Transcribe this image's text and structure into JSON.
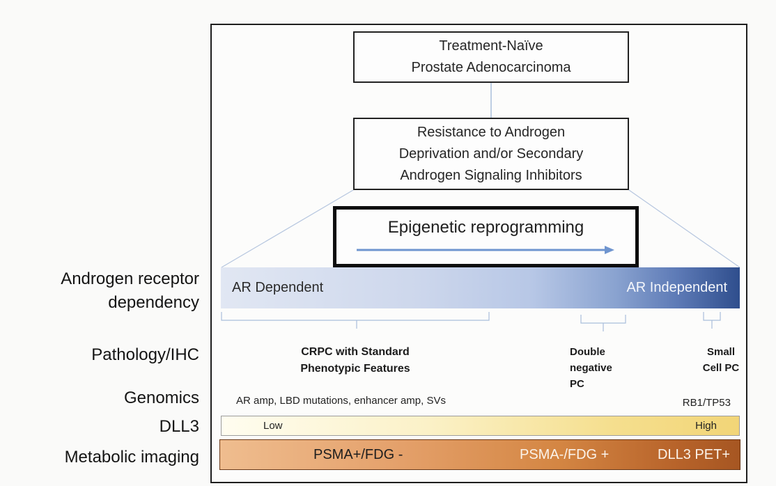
{
  "boxes": {
    "treatment_naive": [
      "Treatment-Naïve",
      "Prostate Adenocarcinoma"
    ],
    "resistance": [
      "Resistance to Androgen",
      "Deprivation and/or Secondary",
      "Androgen Signaling Inhibitors"
    ],
    "epigenetic": "Epigenetic reprogramming"
  },
  "row_labels": {
    "ar_dependency": [
      "Androgen receptor",
      "dependency"
    ],
    "pathology": "Pathology/IHC",
    "genomics": "Genomics",
    "dll3": "DLL3",
    "metabolic": "Metabolic imaging"
  },
  "ar_bar": {
    "left": "AR Dependent",
    "right": "AR Independent"
  },
  "pathology": {
    "crpc": [
      "CRPC with Standard",
      "Phenotypic Features"
    ],
    "double_negative": [
      "Double",
      "negative",
      "PC"
    ],
    "small_cell": [
      "Small",
      "Cell PC"
    ]
  },
  "genomics": {
    "left": "AR amp, LBD mutations, enhancer amp, SVs",
    "right": "RB1/TP53"
  },
  "dll3_bar": {
    "low": "Low",
    "high": "High"
  },
  "metabolic_bar": {
    "left": "PSMA+/FDG -",
    "mid": "PSMA-/FDG +",
    "right": "DLL3 PET+"
  },
  "colors": {
    "arrow": "#6f95cf",
    "connector": "#a9bedb",
    "ar_dark": "#2f4e8d",
    "dll3_yellow": "#f2d577",
    "metabolic_orange": "#d48643"
  }
}
